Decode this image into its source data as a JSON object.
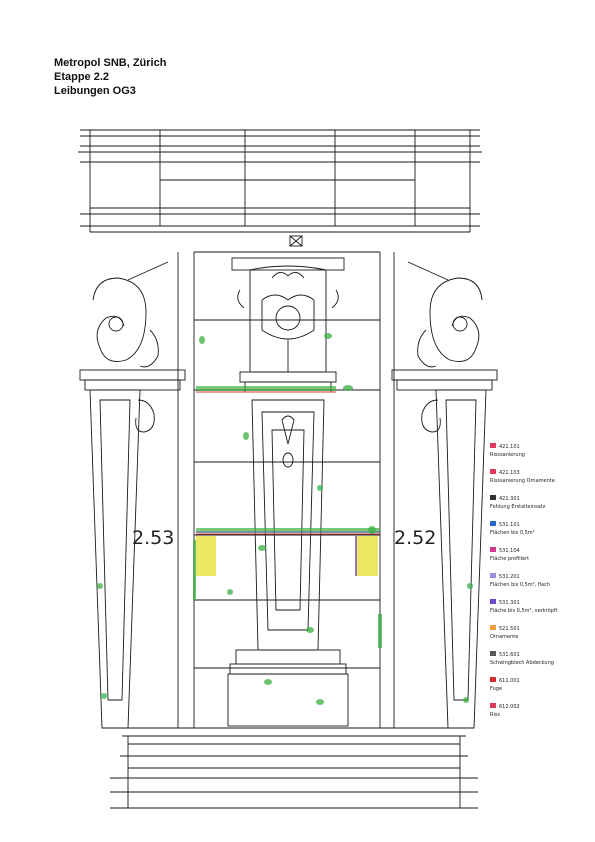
{
  "header": {
    "line1": "Metropol SNB, Zürich",
    "line2": "Etappe 2.2",
    "line3": "Leibungen OG3"
  },
  "labels": {
    "left": "2.53",
    "right": "2.52"
  },
  "legend": [
    {
      "code": "421.101",
      "text": "Risssanierung",
      "color": "#e03a5a"
    },
    {
      "code": "421.103",
      "text": "Risssanierung Ornamente",
      "color": "#e03a5a"
    },
    {
      "code": "421.301",
      "text": "Fehlung Erstalteinsatz",
      "color": "#333333"
    },
    {
      "code": "531.101",
      "text": "Flächen bis 0,5m²",
      "color": "#2a6ac8"
    },
    {
      "code": "531.104",
      "text": "Fläche profiliert",
      "color": "#d23a8a"
    },
    {
      "code": "531.201",
      "text": "Flächen bis 0,5m², flach",
      "color": "#a08cd8"
    },
    {
      "code": "531.301",
      "text": "Fläche bis 0,5m², verkröpft",
      "color": "#6a4cc8"
    },
    {
      "code": "521.501",
      "text": "Ornamente",
      "color": "#f0a040"
    },
    {
      "code": "531.601",
      "text": "Schwingblech Abdeckung",
      "color": "#555555"
    },
    {
      "code": "611.001",
      "text": "Fuge",
      "color": "#d03030"
    },
    {
      "code": "612.002",
      "text": "Riss",
      "color": "#e03a5a"
    }
  ],
  "colors": {
    "line": "#1a1a1a",
    "green": "#3cb043",
    "yellow": "#e6e23c",
    "purple": "#7a4ad0",
    "red": "#d63a3a"
  }
}
